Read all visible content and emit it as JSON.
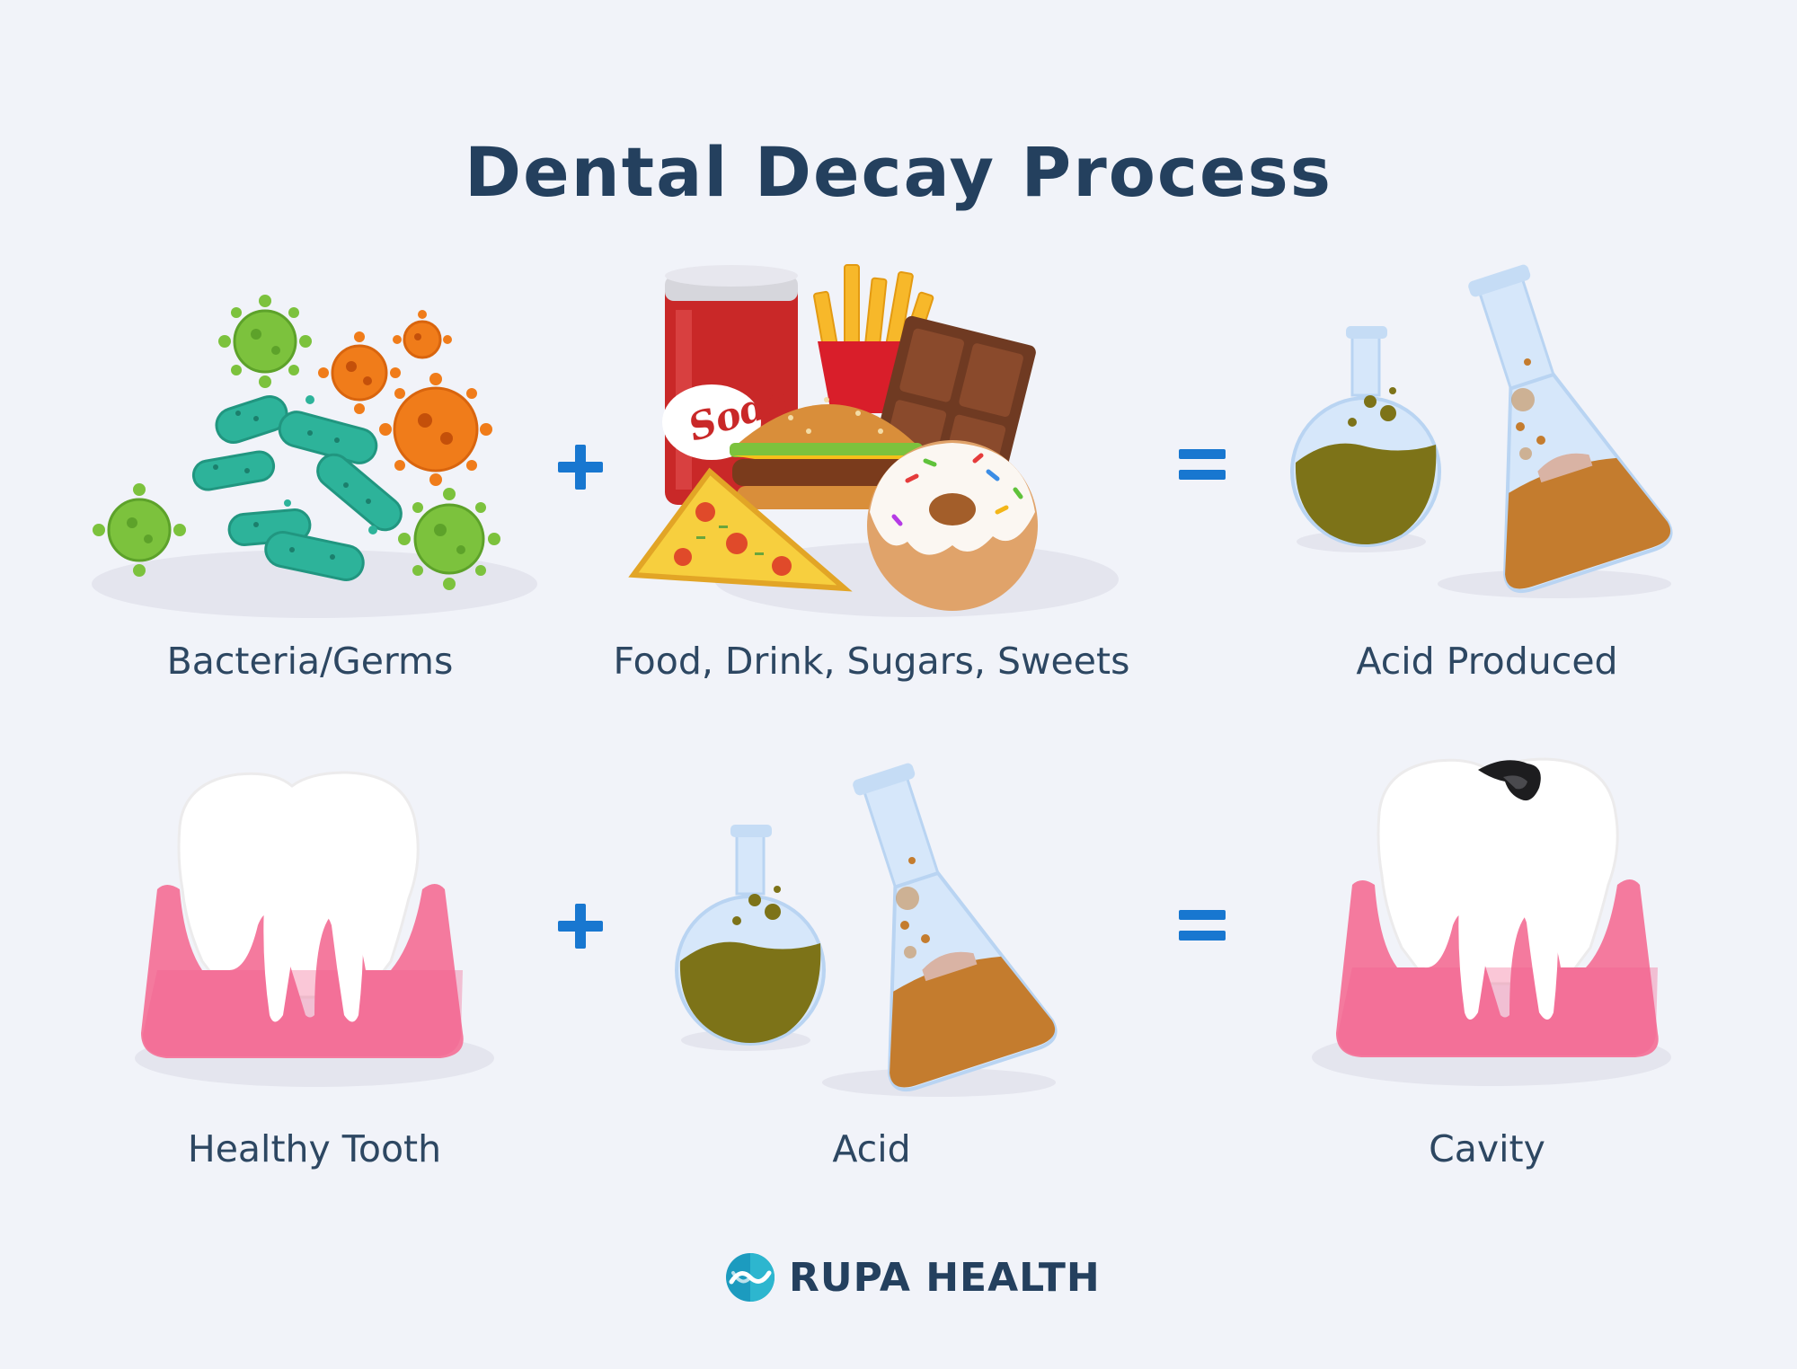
{
  "title": "Dental Decay Process",
  "row1": {
    "item1_label": "Bacteria/Germs",
    "op1": "+",
    "item2_label": "Food, Drink, Sugars, Sweets",
    "op2": "=",
    "item3_label": "Acid Produced",
    "soda_text": "Soda"
  },
  "row2": {
    "item1_label": "Healthy Tooth",
    "op1": "+",
    "item2_label": "Acid",
    "op2": "=",
    "item3_label": "Cavity"
  },
  "brand": {
    "name": "RUPA HEALTH"
  },
  "colors": {
    "background": "#f1f3f9",
    "heading": "#24405e",
    "operator": "#1877d0",
    "germ_green": "#7cc23d",
    "germ_orange": "#f07c1a",
    "bacteria_teal": "#2db39a",
    "gum_pink": "#f47a9e",
    "acid_green": "#7d7318",
    "acid_orange": "#c47c2e",
    "flask_glass": "#d6e7fa"
  },
  "icons": [
    "germs-icon",
    "junk-food-icon",
    "acid-flasks-icon",
    "healthy-tooth-icon",
    "cavity-tooth-icon",
    "rupa-logo-icon"
  ]
}
